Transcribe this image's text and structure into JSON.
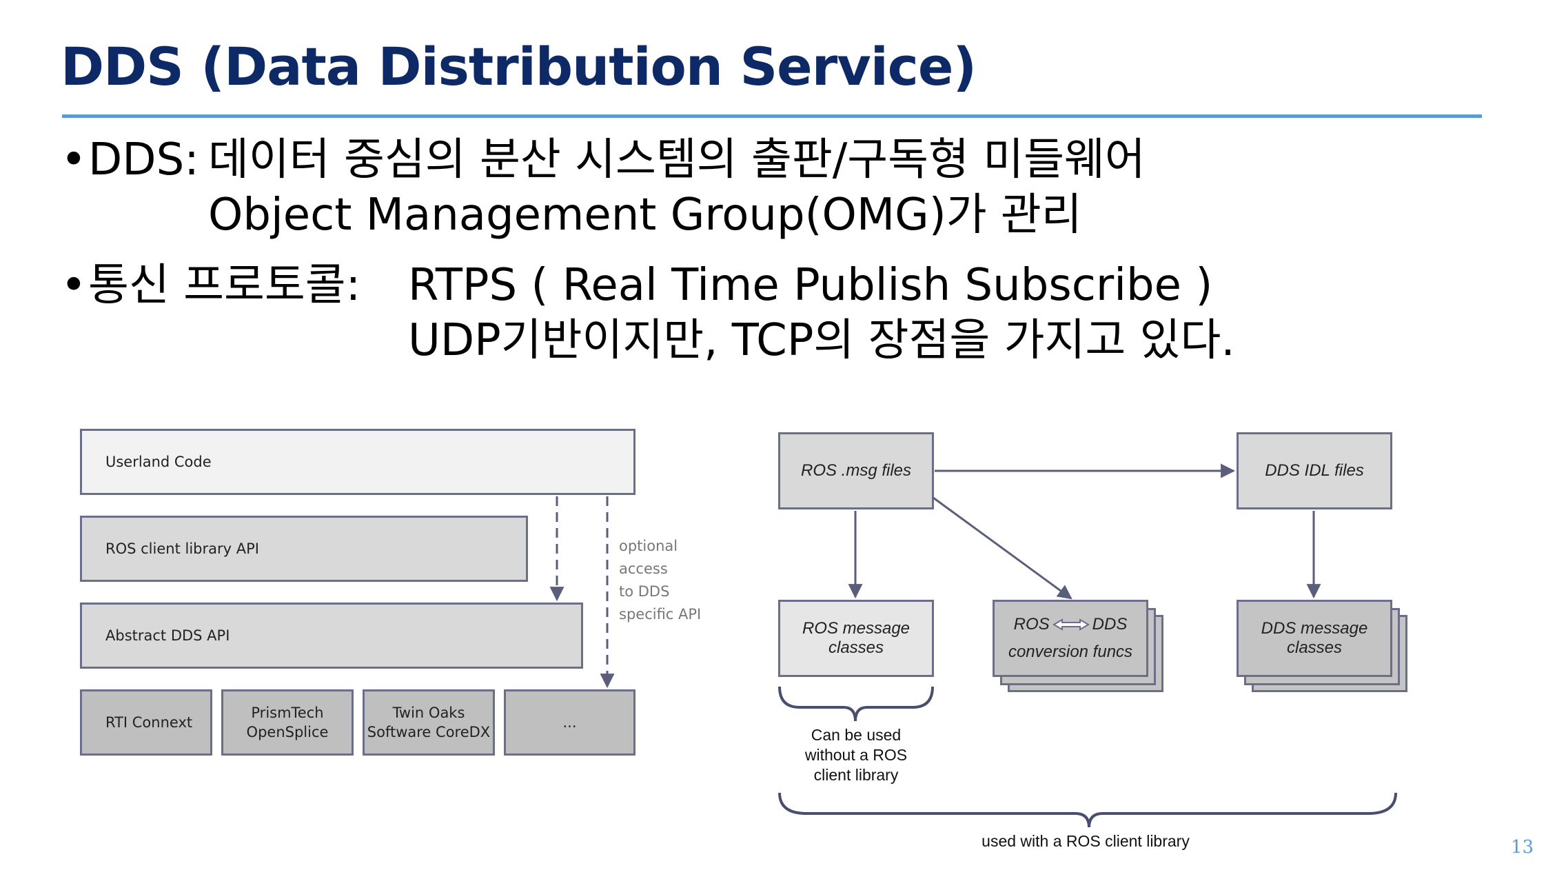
{
  "slide": {
    "title": "DDS (Data Distribution Service)",
    "page_number": "13"
  },
  "bullets": [
    {
      "marker": "•",
      "label": "DDS:",
      "lines": [
        "데이터 중심의 분산 시스템의 출판/구독형 미들웨어",
        "Object Management Group(OMG)가 관리"
      ]
    },
    {
      "marker": "•",
      "label": "통신 프로토콜:",
      "lines": [
        "RTPS ( Real Time Publish Subscribe )",
        "UDP기반이지만, TCP의 장점을 가지고 있다."
      ]
    }
  ],
  "left_diagram": {
    "userland": "Userland Code",
    "ros_client_api": "ROS client library API",
    "abstract_dds": "Abstract DDS API",
    "vendors": [
      "RTI Connext",
      "PrismTech\nOpenSplice",
      "Twin Oaks\nSoftware CoreDX",
      "..."
    ],
    "optional_note": [
      "optional",
      "access",
      "to DDS",
      "specific API"
    ],
    "colors": {
      "light_box": "#f2f2f2",
      "mid_box": "#d9d9d9",
      "dark_box": "#bfbfbf",
      "border": "#6b6e88"
    }
  },
  "right_diagram": {
    "msg_files": "ROS .msg files",
    "idl_files": "DDS IDL files",
    "ros_msg_classes": [
      "ROS message",
      "classes"
    ],
    "conversion_ros": "ROS",
    "conversion_dds": "DDS",
    "conversion_funcs": "conversion funcs",
    "dds_msg_classes": [
      "DDS message",
      "classes"
    ],
    "brace_small_label": [
      "Can be used",
      "without a ROS",
      "client library"
    ],
    "brace_large_label": "used with a ROS client library"
  }
}
